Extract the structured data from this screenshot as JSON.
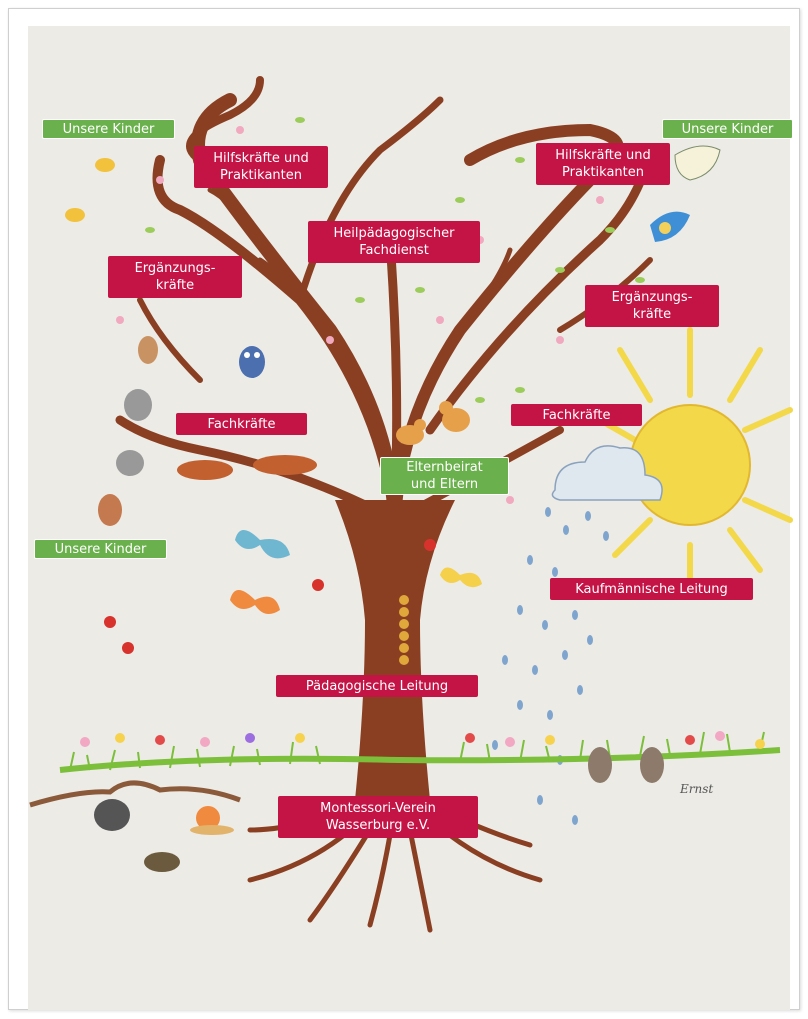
{
  "labels": {
    "unsere_kinder_top_left": "Unsere Kinder",
    "unsere_kinder_top_right": "Unsere Kinder",
    "unsere_kinder_left": "Unsere Kinder",
    "hilfskraefte_left": "Hilfskräfte und\nPraktikanten",
    "hilfskraefte_right": "Hilfskräfte und\nPraktikanten",
    "heilpaedagogischer": "Heilpädagogischer\nFachdienst",
    "ergaenzung_left": "Ergänzungs-\nkräfte",
    "ergaenzung_right": "Ergänzungs-\nkräfte",
    "fachkraefte_left": "Fachkräfte",
    "fachkraefte_right": "Fachkräfte",
    "elternbeirat": "Elternbeirat\nund Eltern",
    "kaufmaennische": "Kaufmännische Leitung",
    "paedagogische": "Pädagogische Leitung",
    "montessori": "Montessori-Verein\nWasserburg e.V."
  },
  "signature": "Ernst",
  "colors": {
    "red_label": "#c41446",
    "green_label": "#6ab04c",
    "trunk": "#8a3f22",
    "sun": "#f3d84a",
    "cloud": "#dfe7ef"
  }
}
